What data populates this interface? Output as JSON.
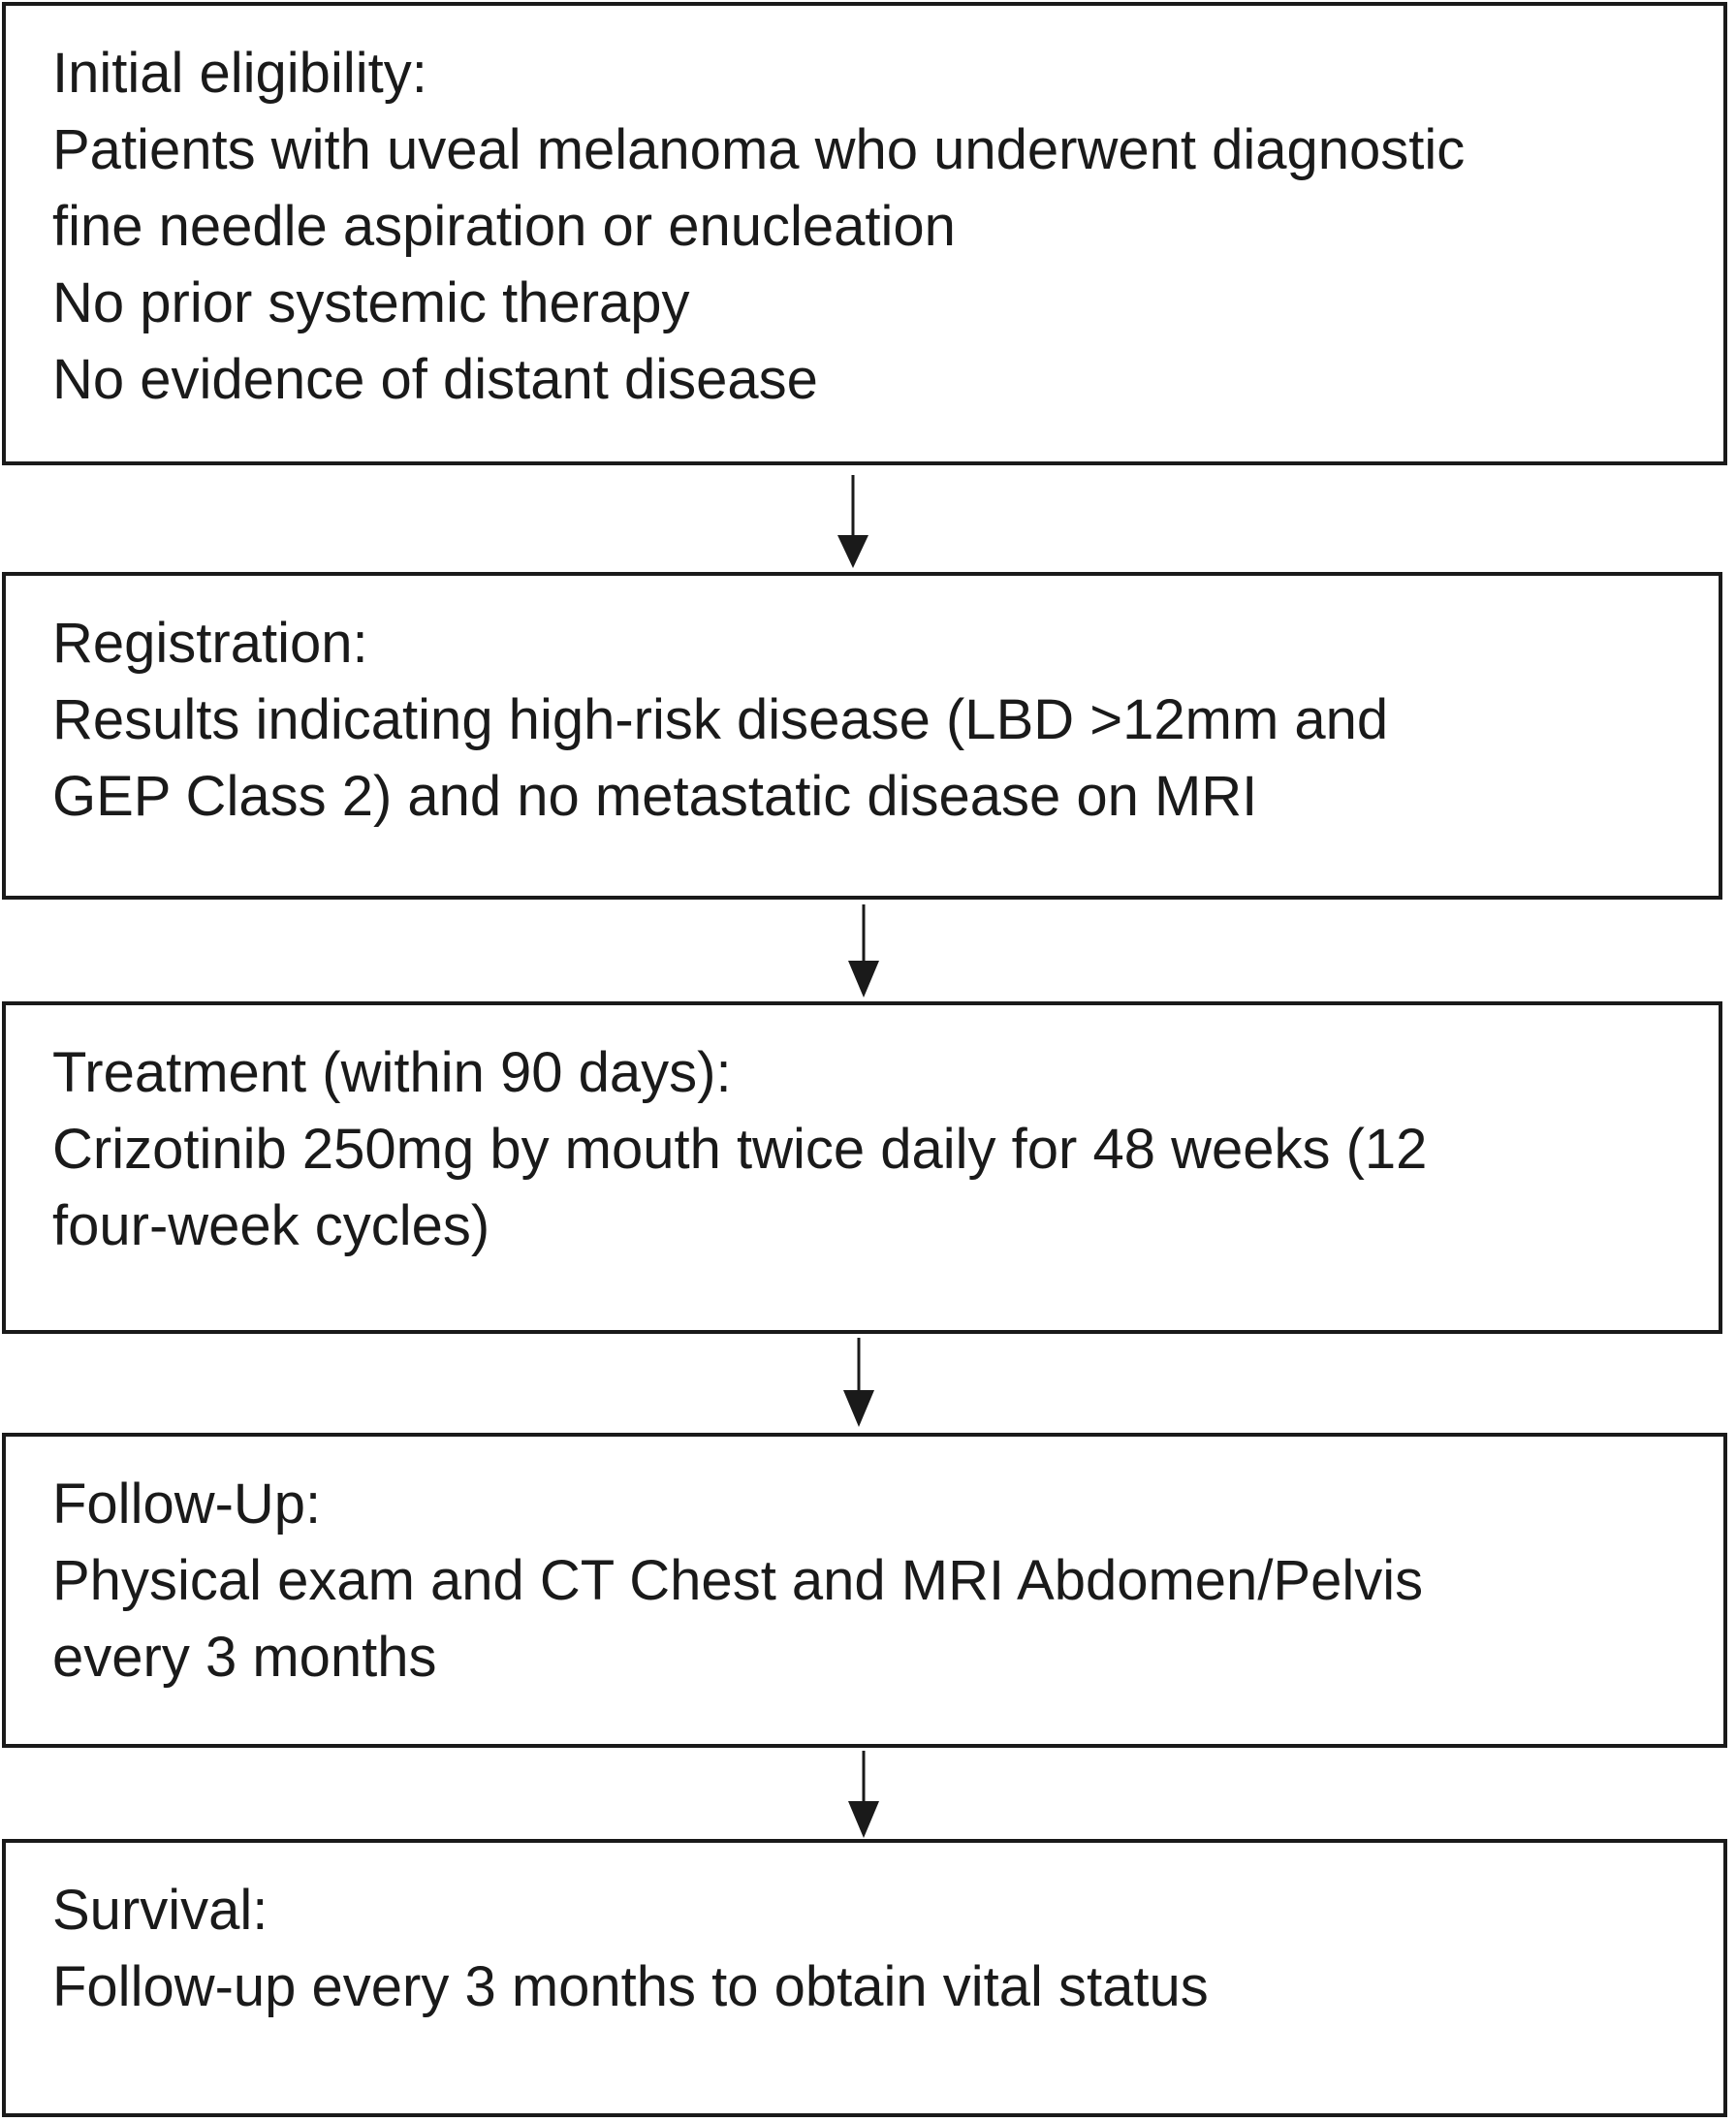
{
  "flowchart": {
    "steps": [
      {
        "heading": "Initial eligibility:",
        "lines": [
          "Patients with uveal melanoma who underwent diagnostic",
          "fine needle aspiration or enucleation",
          "No prior systemic therapy",
          "No evidence of distant disease"
        ]
      },
      {
        "heading": "Registration:",
        "lines": [
          "Results indicating high-risk disease (LBD >12mm and",
          "GEP Class 2) and no metastatic disease on MRI"
        ]
      },
      {
        "heading": "Treatment (within 90 days):",
        "lines": [
          "Crizotinib 250mg by mouth twice daily for 48 weeks (12",
          "four-week cycles)"
        ]
      },
      {
        "heading": "Follow-Up:",
        "lines": [
          "Physical exam and CT Chest and MRI Abdomen/Pelvis",
          "every 3 months"
        ]
      },
      {
        "heading": "Survival:",
        "lines": [
          "Follow-up every 3 months to obtain vital status"
        ]
      }
    ]
  }
}
